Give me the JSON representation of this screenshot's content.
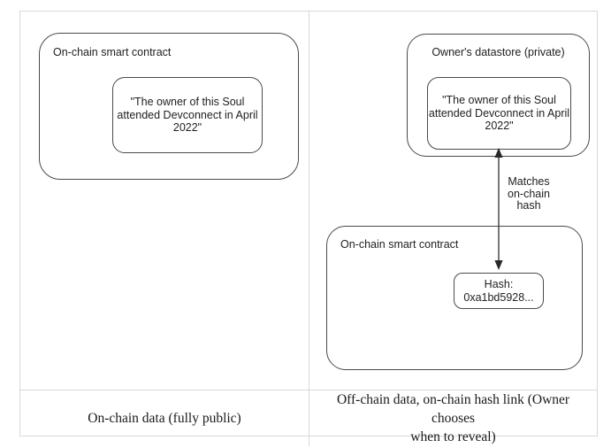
{
  "left_panel": {
    "contract_label": "On-chain smart contract",
    "claim": {
      "line1": "\"The owner of this Soul",
      "line2": "attended Devconnect in April",
      "line3": "2022\""
    }
  },
  "right_panel": {
    "datastore_label": "Owner's datastore (private)",
    "claim": {
      "line1": "\"The owner of this Soul",
      "line2": "attended Devconnect in April",
      "line3": "2022\""
    },
    "arrow_label": {
      "line1": "Matches",
      "line2": "on-chain",
      "line3": "hash"
    },
    "contract_label": "On-chain smart contract",
    "hash_box": {
      "line1": "Hash:",
      "line2": "0xa1bd5928..."
    }
  },
  "captions": {
    "left": "On-chain data (fully public)",
    "right_line1": "Off-chain data, on-chain hash link (Owner chooses",
    "right_line2": "when to reveal)"
  },
  "colors": {
    "diagram_stroke": "#4a4a4a",
    "table_border": "#d8d8d8",
    "text": "#212121"
  }
}
